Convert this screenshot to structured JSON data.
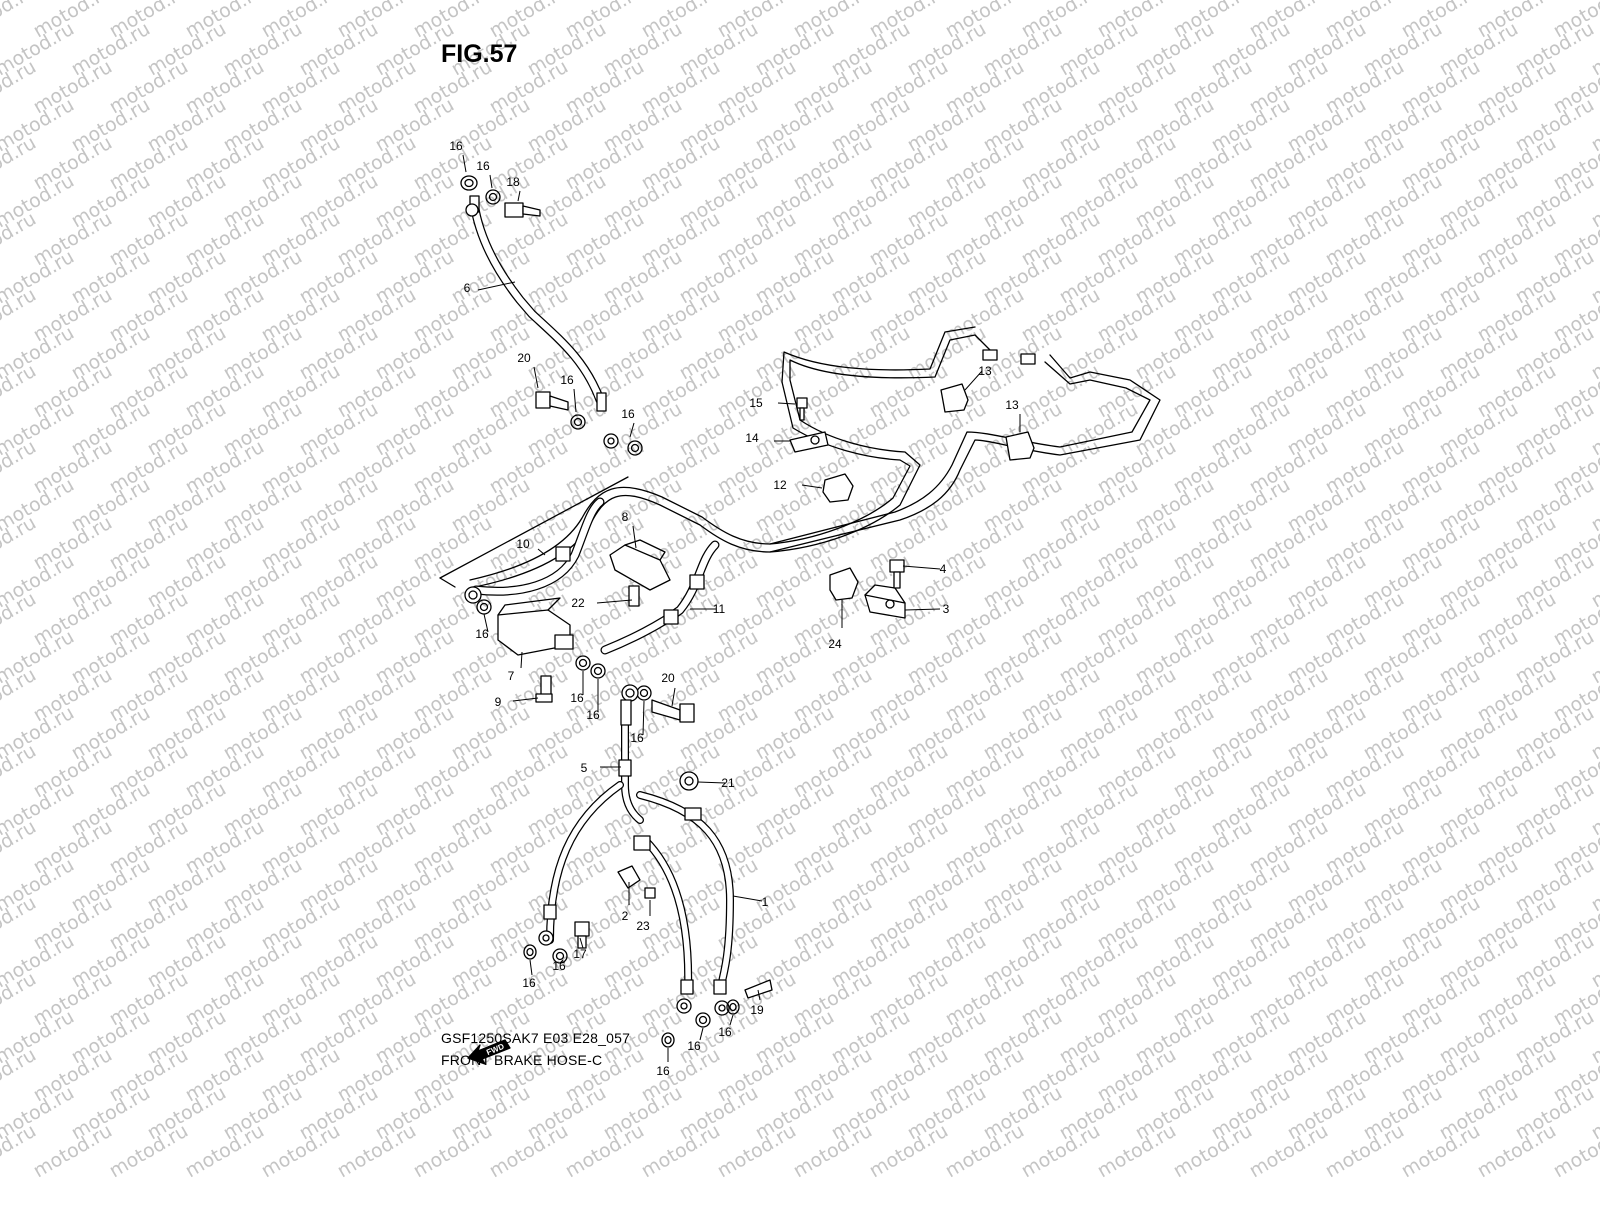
{
  "figure": {
    "title": "FIG.57",
    "model_code": "GSF1250SAK7 E03 E28_057",
    "name": "FRONT BRAKE HOSE-C"
  },
  "watermark": {
    "text": "motod.ru",
    "color": "#c4c4c4"
  },
  "fwd_arrow": {
    "label": "FWD"
  },
  "callouts": [
    "16",
    "16",
    "18",
    "6",
    "20",
    "16",
    "16",
    "15",
    "14",
    "13",
    "13",
    "12",
    "10",
    "8",
    "4",
    "22",
    "3",
    "11",
    "24",
    "16",
    "7",
    "16",
    "20",
    "9",
    "16",
    "16",
    "5",
    "21",
    "1",
    "2",
    "23",
    "17",
    "16",
    "16",
    "19",
    "16",
    "16",
    "16"
  ]
}
